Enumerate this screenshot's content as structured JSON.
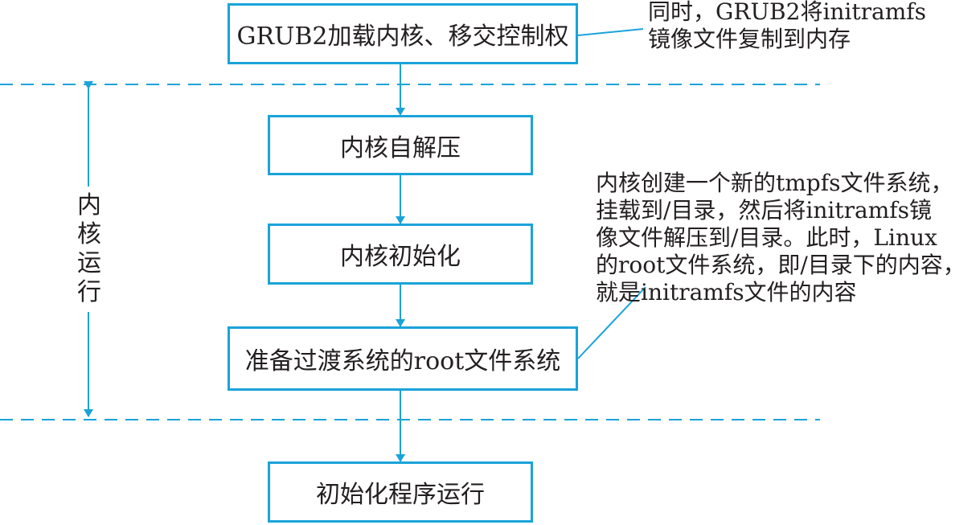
{
  "boxes": {
    "grub": "GRUB2加载内核、移交控制权",
    "decompress": "内核自解压",
    "init_kernel": "内核初始化",
    "prepare_root": "准备过渡系统的root文件系统",
    "init_program": "初始化程序运行"
  },
  "notes": {
    "grub_note": [
      "同时，GRUB2将initramfs",
      "镜像文件复制到内存"
    ],
    "root_note": [
      "内核创建一个新的tmpfs文件系统，",
      "挂载到/目录，然后将initramfs镜",
      "像文件解压到/目录。此时，Linux",
      "的root文件系统，即/目录下的内容，",
      "就是initramfs文件的内容"
    ]
  },
  "side_label": [
    "内",
    "核",
    "运",
    "行"
  ],
  "colors": {
    "accent": "#1aa3d9",
    "text": "#231f20"
  }
}
